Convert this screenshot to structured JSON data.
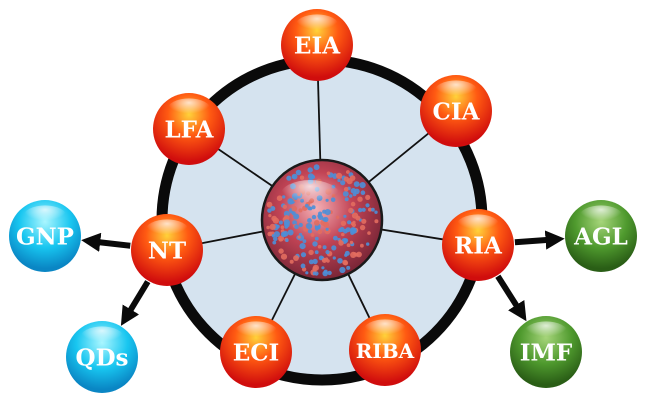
{
  "center": {
    "icon": "virus-particle-icon"
  },
  "ring_nodes": [
    {
      "id": "eia",
      "label": "EIA"
    },
    {
      "id": "cia",
      "label": "CIA"
    },
    {
      "id": "ria",
      "label": "RIA"
    },
    {
      "id": "riba",
      "label": "RIBA"
    },
    {
      "id": "eci",
      "label": "ECI"
    },
    {
      "id": "nt",
      "label": "NT"
    },
    {
      "id": "lfa",
      "label": "LFA"
    }
  ],
  "outer_nodes": [
    {
      "id": "gnp",
      "label": "GNP",
      "from": "nt"
    },
    {
      "id": "qds",
      "label": "QDs",
      "from": "nt"
    },
    {
      "id": "agl",
      "label": "AGL",
      "from": "ria"
    },
    {
      "id": "imf",
      "label": "IMF",
      "from": "ria"
    }
  ],
  "colors": {
    "ring_fill": "#d5e3ef",
    "ring_stroke": "#0a0a0a",
    "spoke": "#111111",
    "red_node_light": "#ffd23a",
    "red_node_mid": "#ff5a12",
    "red_node_dark": "#d00d0d",
    "cyan_node_light": "#aaf6ff",
    "cyan_node_mid": "#18c6f0",
    "cyan_node_dark": "#0a86c4",
    "green_node_light": "#a6d57a",
    "green_node_mid": "#4f9a2e",
    "green_node_dark": "#2a5e16",
    "arrow": "#0a0a0a",
    "virus_core": "#c24455",
    "virus_spike_a": "#4d8fd8",
    "virus_spike_b": "#e26d5f"
  }
}
